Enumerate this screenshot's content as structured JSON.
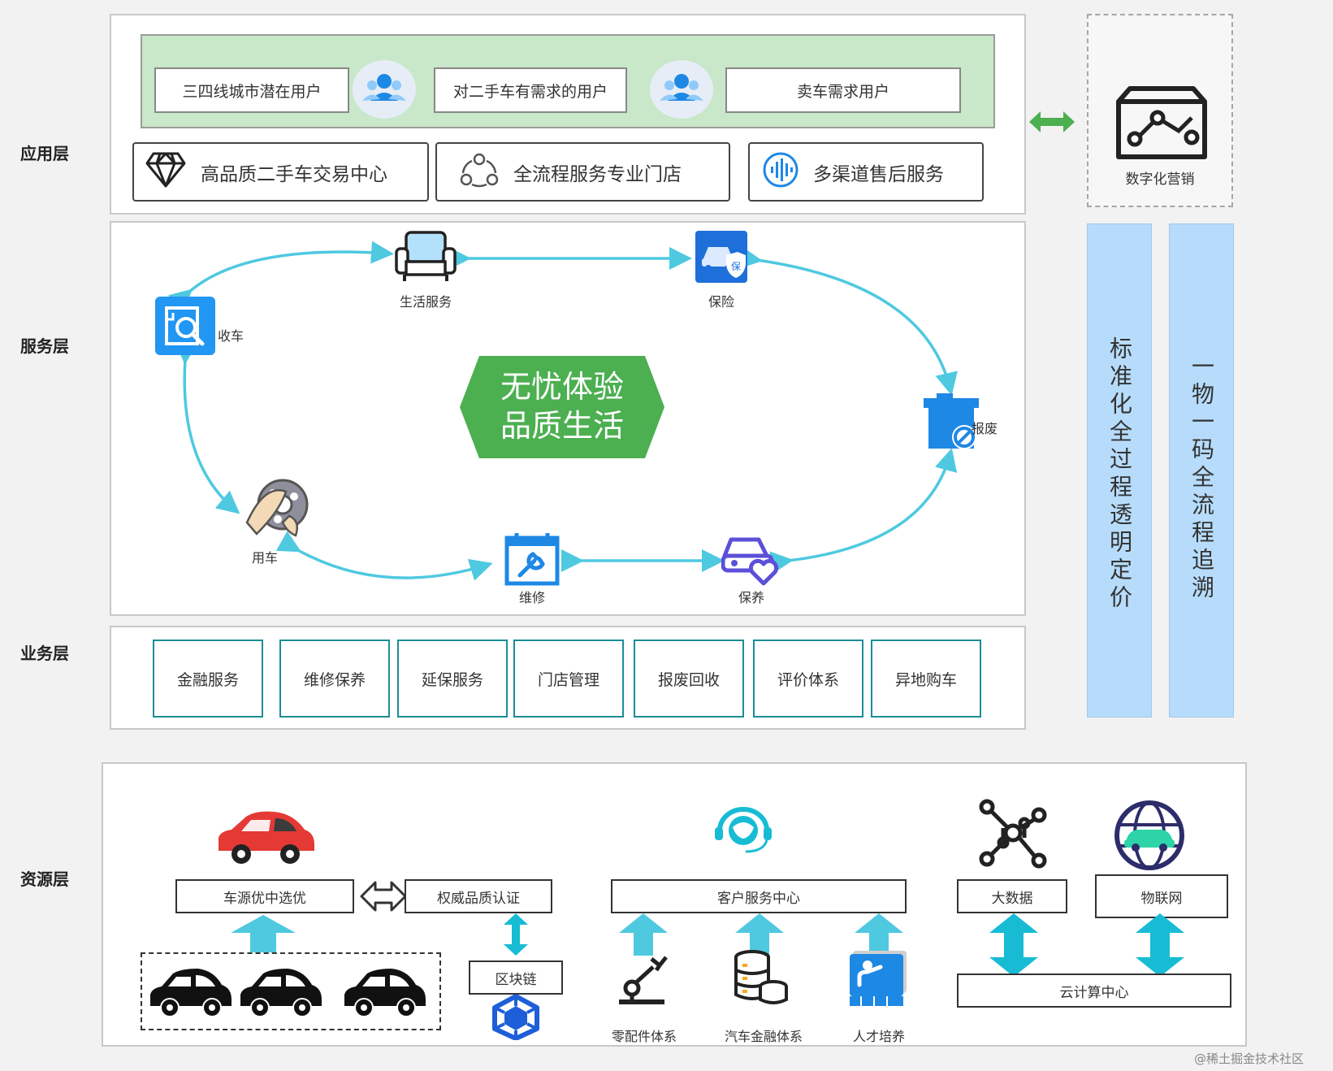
{
  "layers": {
    "application": "应用层",
    "service": "服务层",
    "business": "业务层",
    "resource": "资源层"
  },
  "app": {
    "users": [
      "三四线城市潜在用户",
      "对二手车有需求的用户",
      "卖车需求用户"
    ],
    "services": [
      "高品质二手车交易中心",
      "全流程服务专业门店",
      "多渠道售后服务"
    ],
    "digital_marketing": "数字化营销"
  },
  "service": {
    "center_line1": "无忧体验",
    "center_line2": "品质生活",
    "nodes": {
      "life": "生活服务",
      "insurance": "保险",
      "collect": "收车",
      "scrap": "报废",
      "use": "用车",
      "repair": "维修",
      "maintain": "保养"
    }
  },
  "business": {
    "items": [
      "金融服务",
      "维修保养",
      "延保服务",
      "门店管理",
      "报废回收",
      "评价体系",
      "异地购车"
    ]
  },
  "side": {
    "pricing": "标准化全过程透明定价",
    "trace": "一物一码全流程追溯"
  },
  "resource": {
    "source": "车源优中选优",
    "cert": "权威品质认证",
    "blockchain": "区块链",
    "customer_center": "客户服务中心",
    "parts": "零配件体系",
    "finance": "汽车金融体系",
    "talent": "人才培养",
    "bigdata": "大数据",
    "iot": "物联网",
    "cloud": "云计算中心"
  },
  "watermark": "@稀土掘金技术社区",
  "colors": {
    "green": "#4caf50",
    "users_bg": "#c9e7c9",
    "cyan": "#4ec9e0",
    "teal_border": "#1b8d96",
    "side_blue": "#b7dcfb",
    "icon_blue": "#1e88e5"
  }
}
